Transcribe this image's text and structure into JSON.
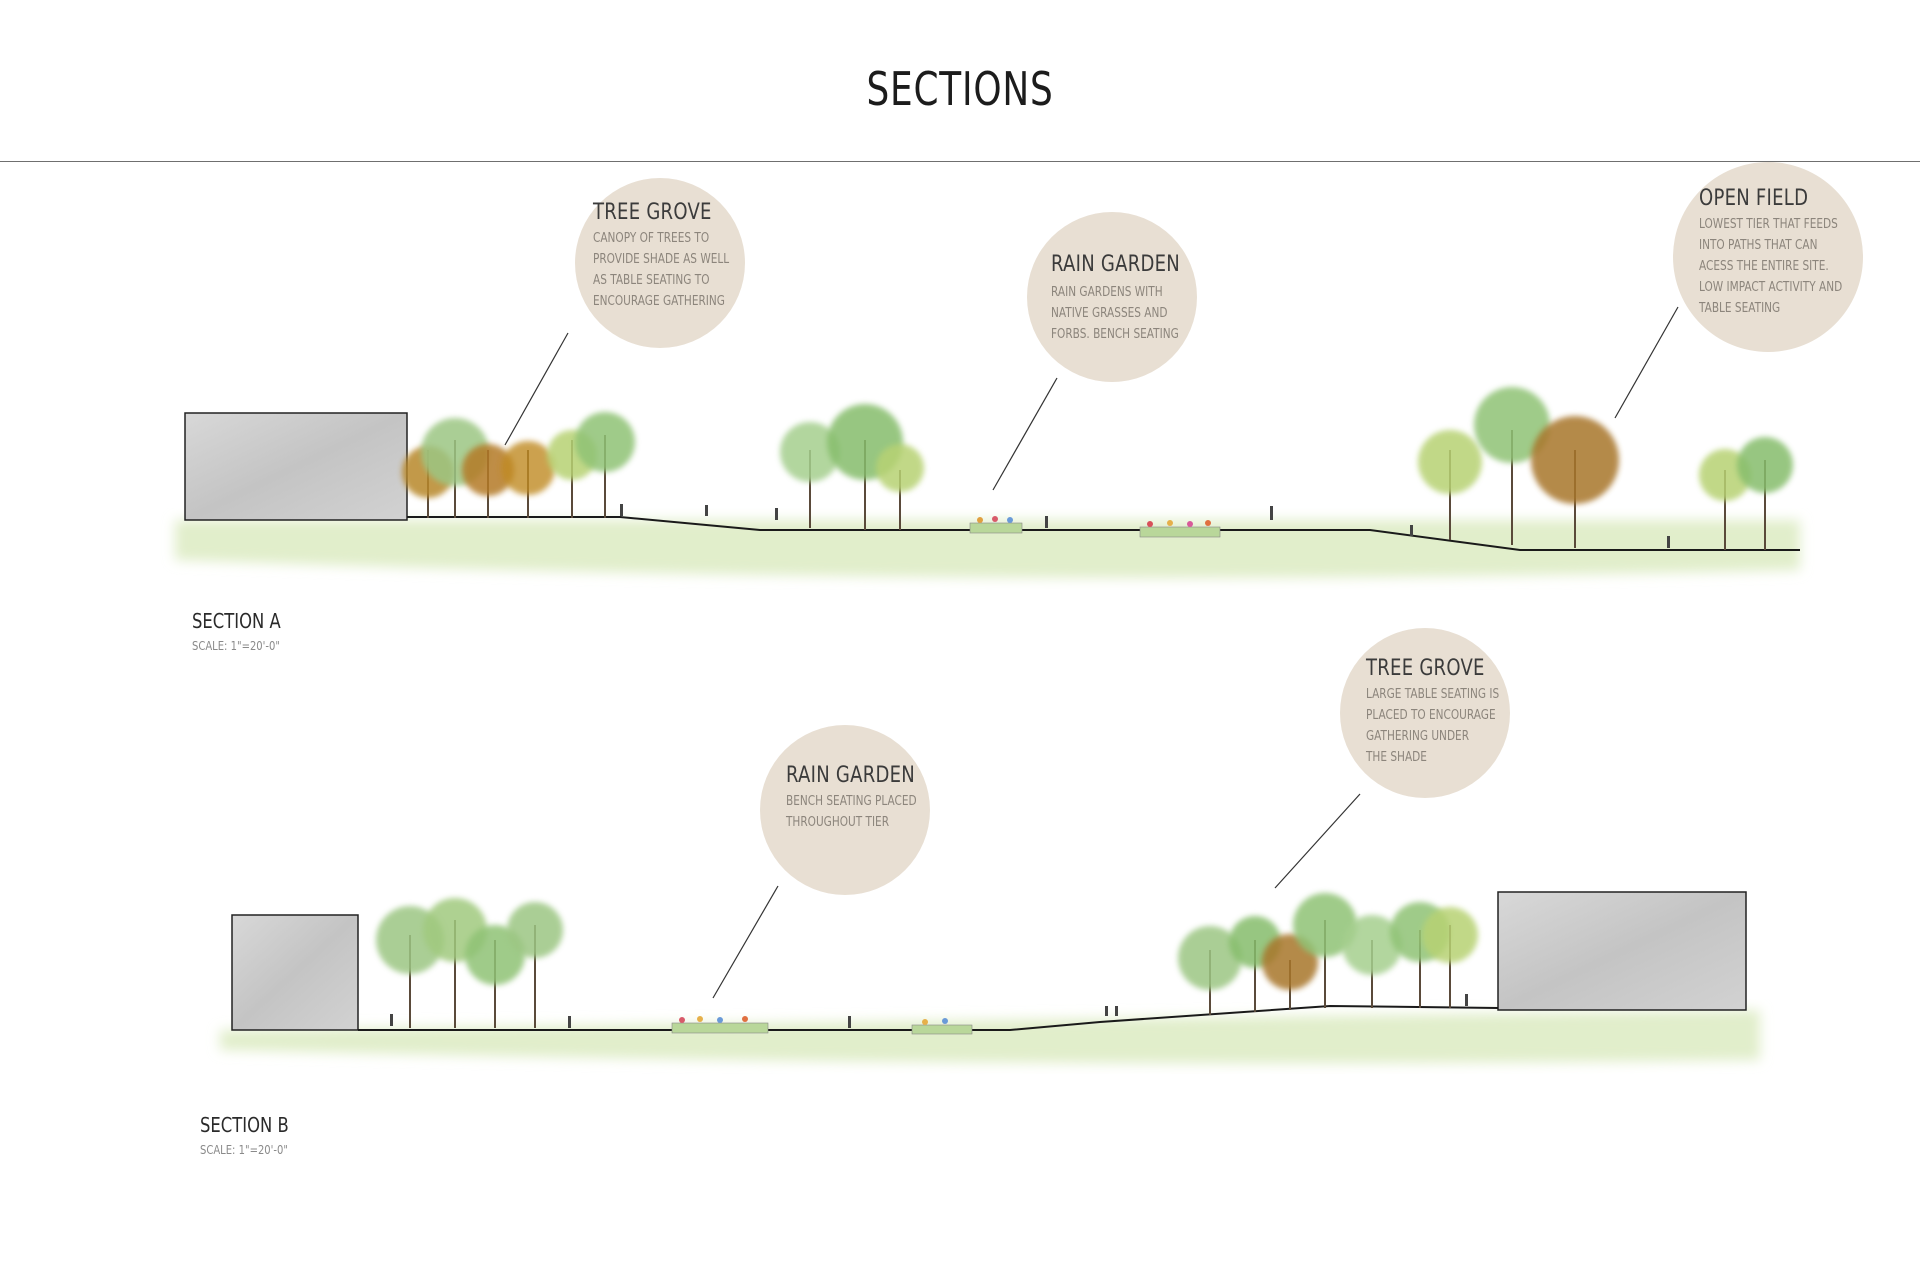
{
  "page": {
    "title": "SECTIONS"
  },
  "section_a": {
    "label": "SECTION A",
    "scale": "SCALE: 1\"=20'-0\"",
    "callouts": [
      {
        "title": "TREE GROVE",
        "lines": [
          "CANOPY OF TREES TO",
          "PROVIDE SHADE AS WELL",
          "AS TABLE SEATING TO",
          "ENCOURAGE GATHERING"
        ]
      },
      {
        "title": "RAIN GARDEN",
        "lines": [
          "RAIN GARDENS  WITH",
          " NATIVE GRASSES AND",
          "FORBS. BENCH SEATING"
        ]
      },
      {
        "title": "OPEN FIELD",
        "lines": [
          "LOWEST TIER THAT FEEDS",
          "INTO PATHS THAT CAN",
          " ACESS THE ENTIRE SITE.",
          " LOW IMPACT  ACTIVITY AND",
          "TABLE SEATING"
        ]
      }
    ]
  },
  "section_b": {
    "label": "SECTION B",
    "scale": "SCALE: 1\"=20'-0\"",
    "callouts": [
      {
        "title": "RAIN  GARDEN",
        "lines": [
          "BENCH SEATING PLACED",
          "THROUGHOUT TIER"
        ]
      },
      {
        "title": "TREE GROVE",
        "lines": [
          "LARGE TABLE SEATING IS",
          "PLACED TO ENCOURAGE",
          "GATHERING UNDER",
          "THE SHADE"
        ]
      }
    ]
  },
  "colors": {
    "bubble": "#e8dfd3",
    "ground": "#dcebc4",
    "building": "#c9c9c9",
    "tree_green": "#8fc275",
    "tree_autumn": "#b98a2c"
  }
}
